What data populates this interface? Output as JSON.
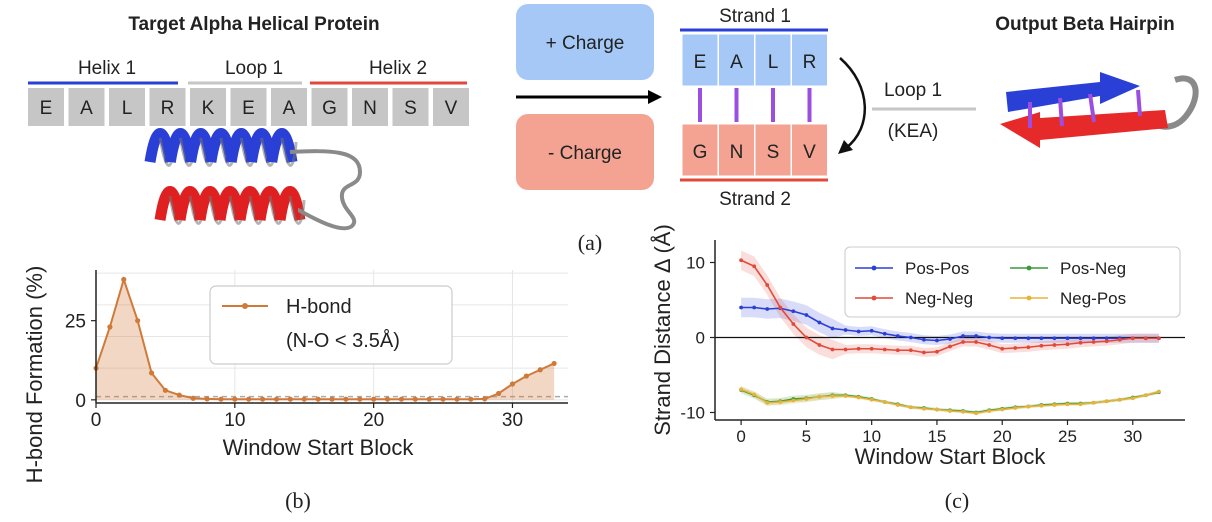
{
  "panel_a": {
    "target_title": "Target Alpha Helical Protein",
    "output_title": "Output Beta Hairpin",
    "helix1_label": "Helix 1",
    "loop1_label": "Loop 1",
    "helix2_label": "Helix 2",
    "sequence": [
      "E",
      "A",
      "L",
      "R",
      "K",
      "E",
      "A",
      "G",
      "N",
      "S",
      "V"
    ],
    "pos_charge": "+ Charge",
    "neg_charge": "- Charge",
    "strand1_label": "Strand 1",
    "strand2_label": "Strand 2",
    "strand1": [
      "E",
      "A",
      "L",
      "R"
    ],
    "strand2": [
      "G",
      "N",
      "S",
      "V"
    ],
    "loop_text": "Loop 1",
    "loop_seq": "(KEA)",
    "caption": "(a)",
    "colors": {
      "blue": "#2a3fd6",
      "red": "#e04a3a",
      "pos_box": "#a6c8f7",
      "neg_box": "#f4a393",
      "grey_box": "#c6c6c6",
      "bond": "#9a4fe0"
    }
  },
  "panel_b": {
    "caption": "(b)",
    "chart_data": {
      "type": "area",
      "xlabel": "Window Start Block",
      "ylabel": "H-bond Formation (%)",
      "xlim": [
        0,
        34
      ],
      "ylim": [
        -1,
        41
      ],
      "xticks": [
        0,
        10,
        20,
        30
      ],
      "yticks": [
        0,
        25
      ],
      "grid": true,
      "legend_position": "upper-center",
      "series": [
        {
          "name": "H-bond",
          "name_line2": "(N-O < 3.5Å)",
          "color": "#d07a3a",
          "x": [
            0,
            1,
            2,
            3,
            4,
            5,
            6,
            7,
            8,
            9,
            10,
            11,
            12,
            13,
            14,
            15,
            16,
            17,
            18,
            19,
            20,
            21,
            22,
            23,
            24,
            25,
            26,
            27,
            28,
            29,
            30,
            31,
            32,
            33
          ],
          "y": [
            10,
            23,
            38,
            25,
            8.5,
            3,
            1.5,
            0.5,
            0.3,
            0.2,
            0.2,
            0.2,
            0.2,
            0.2,
            0.2,
            0.2,
            0.2,
            0.2,
            0.2,
            0.2,
            0.2,
            0.2,
            0.2,
            0.2,
            0.2,
            0.2,
            0.2,
            0.2,
            0.3,
            2,
            5,
            7.5,
            9.5,
            11.5
          ]
        }
      ]
    }
  },
  "panel_c": {
    "caption": "(c)",
    "chart_data": {
      "type": "line",
      "xlabel": "Window Start Block",
      "ylabel": "Strand Distance Δ (Å)",
      "xlim": [
        -2,
        34
      ],
      "ylim": [
        -11,
        13
      ],
      "xticks": [
        0,
        5,
        10,
        15,
        20,
        25,
        30
      ],
      "yticks": [
        -10,
        0,
        10
      ],
      "grid": false,
      "legend_position": "top",
      "x": [
        0,
        1,
        2,
        3,
        4,
        5,
        6,
        7,
        8,
        9,
        10,
        11,
        12,
        13,
        14,
        15,
        16,
        17,
        18,
        19,
        20,
        21,
        22,
        23,
        24,
        25,
        26,
        27,
        28,
        29,
        30,
        31,
        32
      ],
      "series": [
        {
          "name": "Pos-Pos",
          "color": "#2a3fd6",
          "y": [
            4,
            4,
            3.8,
            3.9,
            3.5,
            3,
            2,
            1.2,
            1,
            0.8,
            0.9,
            0.5,
            0.2,
            0,
            -0.3,
            -0.4,
            -0.2,
            0.2,
            0.2,
            0,
            -0.1,
            -0.1,
            -0.1,
            -0.1,
            -0.1,
            -0.1,
            -0.1,
            -0.1,
            -0.1,
            -0.1,
            -0.1,
            -0.1,
            -0.1
          ]
        },
        {
          "name": "Neg-Neg",
          "color": "#e04a3a",
          "y": [
            10.3,
            9.5,
            7,
            4,
            1.8,
            0,
            -1,
            -1.6,
            -1.6,
            -1.5,
            -1.5,
            -1.6,
            -1.7,
            -1.7,
            -2,
            -1.9,
            -1.2,
            -0.6,
            -0.6,
            -1,
            -1.5,
            -1.4,
            -1.3,
            -1.1,
            -1,
            -0.9,
            -0.7,
            -0.6,
            -0.5,
            -0.3,
            -0.1,
            -0.1,
            -0.1
          ]
        },
        {
          "name": "Pos-Neg",
          "color": "#3a9a3a",
          "y": [
            -7,
            -7.7,
            -8.6,
            -8.5,
            -8.2,
            -8.1,
            -7.9,
            -7.7,
            -7.7,
            -7.9,
            -8.2,
            -8.6,
            -8.9,
            -9.3,
            -9.4,
            -9.6,
            -9.7,
            -9.8,
            -10,
            -9.7,
            -9.5,
            -9.3,
            -9.2,
            -9,
            -8.9,
            -8.8,
            -8.8,
            -8.7,
            -8.5,
            -8.3,
            -8,
            -7.7,
            -7.3
          ]
        },
        {
          "name": "Neg-Pos",
          "color": "#e8b23a",
          "y": [
            -6.9,
            -7.6,
            -8.7,
            -8.6,
            -8.4,
            -8.2,
            -7.9,
            -7.8,
            -7.8,
            -8,
            -8.3,
            -8.6,
            -9,
            -9.3,
            -9.5,
            -9.6,
            -9.8,
            -9.9,
            -10.1,
            -9.8,
            -9.6,
            -9.4,
            -9.2,
            -9.1,
            -9,
            -8.9,
            -8.9,
            -8.7,
            -8.5,
            -8.3,
            -8.1,
            -7.7,
            -7.2
          ]
        }
      ]
    }
  }
}
